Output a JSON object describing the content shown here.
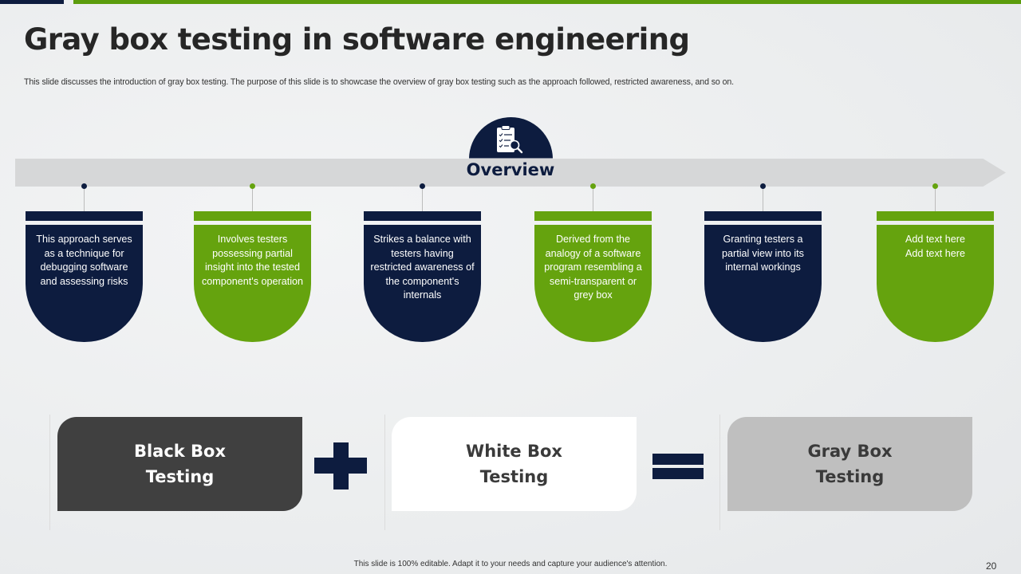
{
  "slide": {
    "title": "Gray box testing in software engineering",
    "subtitle": "This slide discusses the introduction of gray box testing. The purpose of this slide is to showcase the overview of gray box testing such as the approach followed, restricted awareness, and so on.",
    "page_number": "20",
    "footer": "This slide is 100% editable.  Adapt it to your needs and capture your audience's attention."
  },
  "colors": {
    "navy": "#0d1c3f",
    "green": "#65a30e",
    "dark_gray": "#404040",
    "light_gray": "#bfbfbf",
    "arrow_gray": "#d6d7d8"
  },
  "overview": {
    "label": "Overview",
    "icon": "clipboard-search-icon"
  },
  "cards": [
    {
      "color": "navy",
      "text": "This approach serves as a technique for debugging software and assessing risks"
    },
    {
      "color": "green",
      "text": "Involves testers possessing partial insight into the tested component's operation"
    },
    {
      "color": "navy",
      "text": "Strikes a balance with testers having restricted awareness of the component's internals"
    },
    {
      "color": "green",
      "text": "Derived from the analogy of a software program resembling a semi-transparent or grey box"
    },
    {
      "color": "navy",
      "text": "Granting testers a partial view into its internal workings"
    },
    {
      "color": "green",
      "text": "Add text here Add text here"
    }
  ],
  "equation": {
    "black_box": "Black Box Testing",
    "operator_1": "plus-icon",
    "white_box": "White Box Testing",
    "operator_2": "equals-icon",
    "gray_box": "Gray Box Testing"
  }
}
